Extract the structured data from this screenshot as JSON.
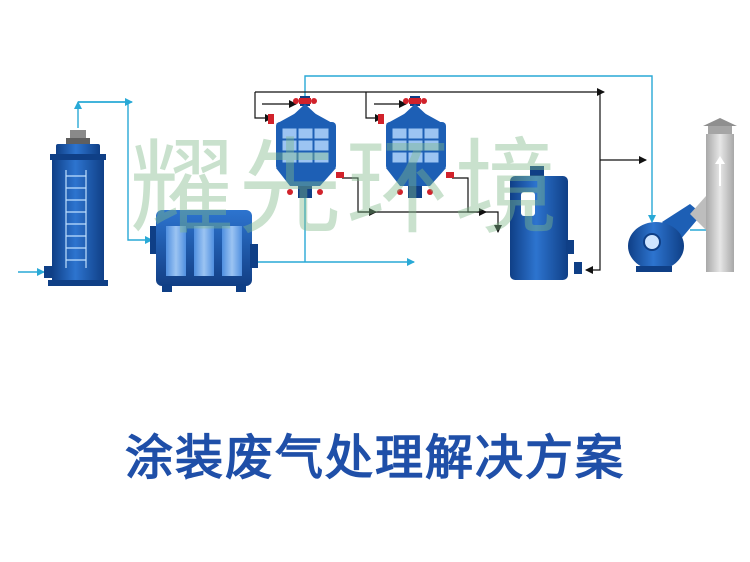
{
  "watermark": {
    "text": "耀先环境"
  },
  "title": {
    "text": "涂装废气处理解决方案"
  },
  "colors": {
    "equipment_blue": "#1d5fb5",
    "equipment_dark": "#0f3f86",
    "flow_line_cyan": "#29a9d6",
    "bypass_line_black": "#111111",
    "valve_red": "#d1222b",
    "stack_grey": "#c9c9c9",
    "watermark_green": "#7fb98a",
    "title_blue": "#1f4fa8"
  },
  "equipment": [
    {
      "id": "spray-tower",
      "icon": "spray-tower-icon"
    },
    {
      "id": "dry-filter-box",
      "icon": "filter-box-icon"
    },
    {
      "id": "adsorption-bed-1",
      "icon": "adsorption-bed-icon"
    },
    {
      "id": "adsorption-bed-2",
      "icon": "adsorption-bed-icon"
    },
    {
      "id": "catalytic-combustion-unit",
      "icon": "catalytic-combustor-icon"
    },
    {
      "id": "exhaust-fan",
      "icon": "centrifugal-fan-icon"
    },
    {
      "id": "exhaust-stack",
      "icon": "chimney-stack-icon"
    }
  ]
}
